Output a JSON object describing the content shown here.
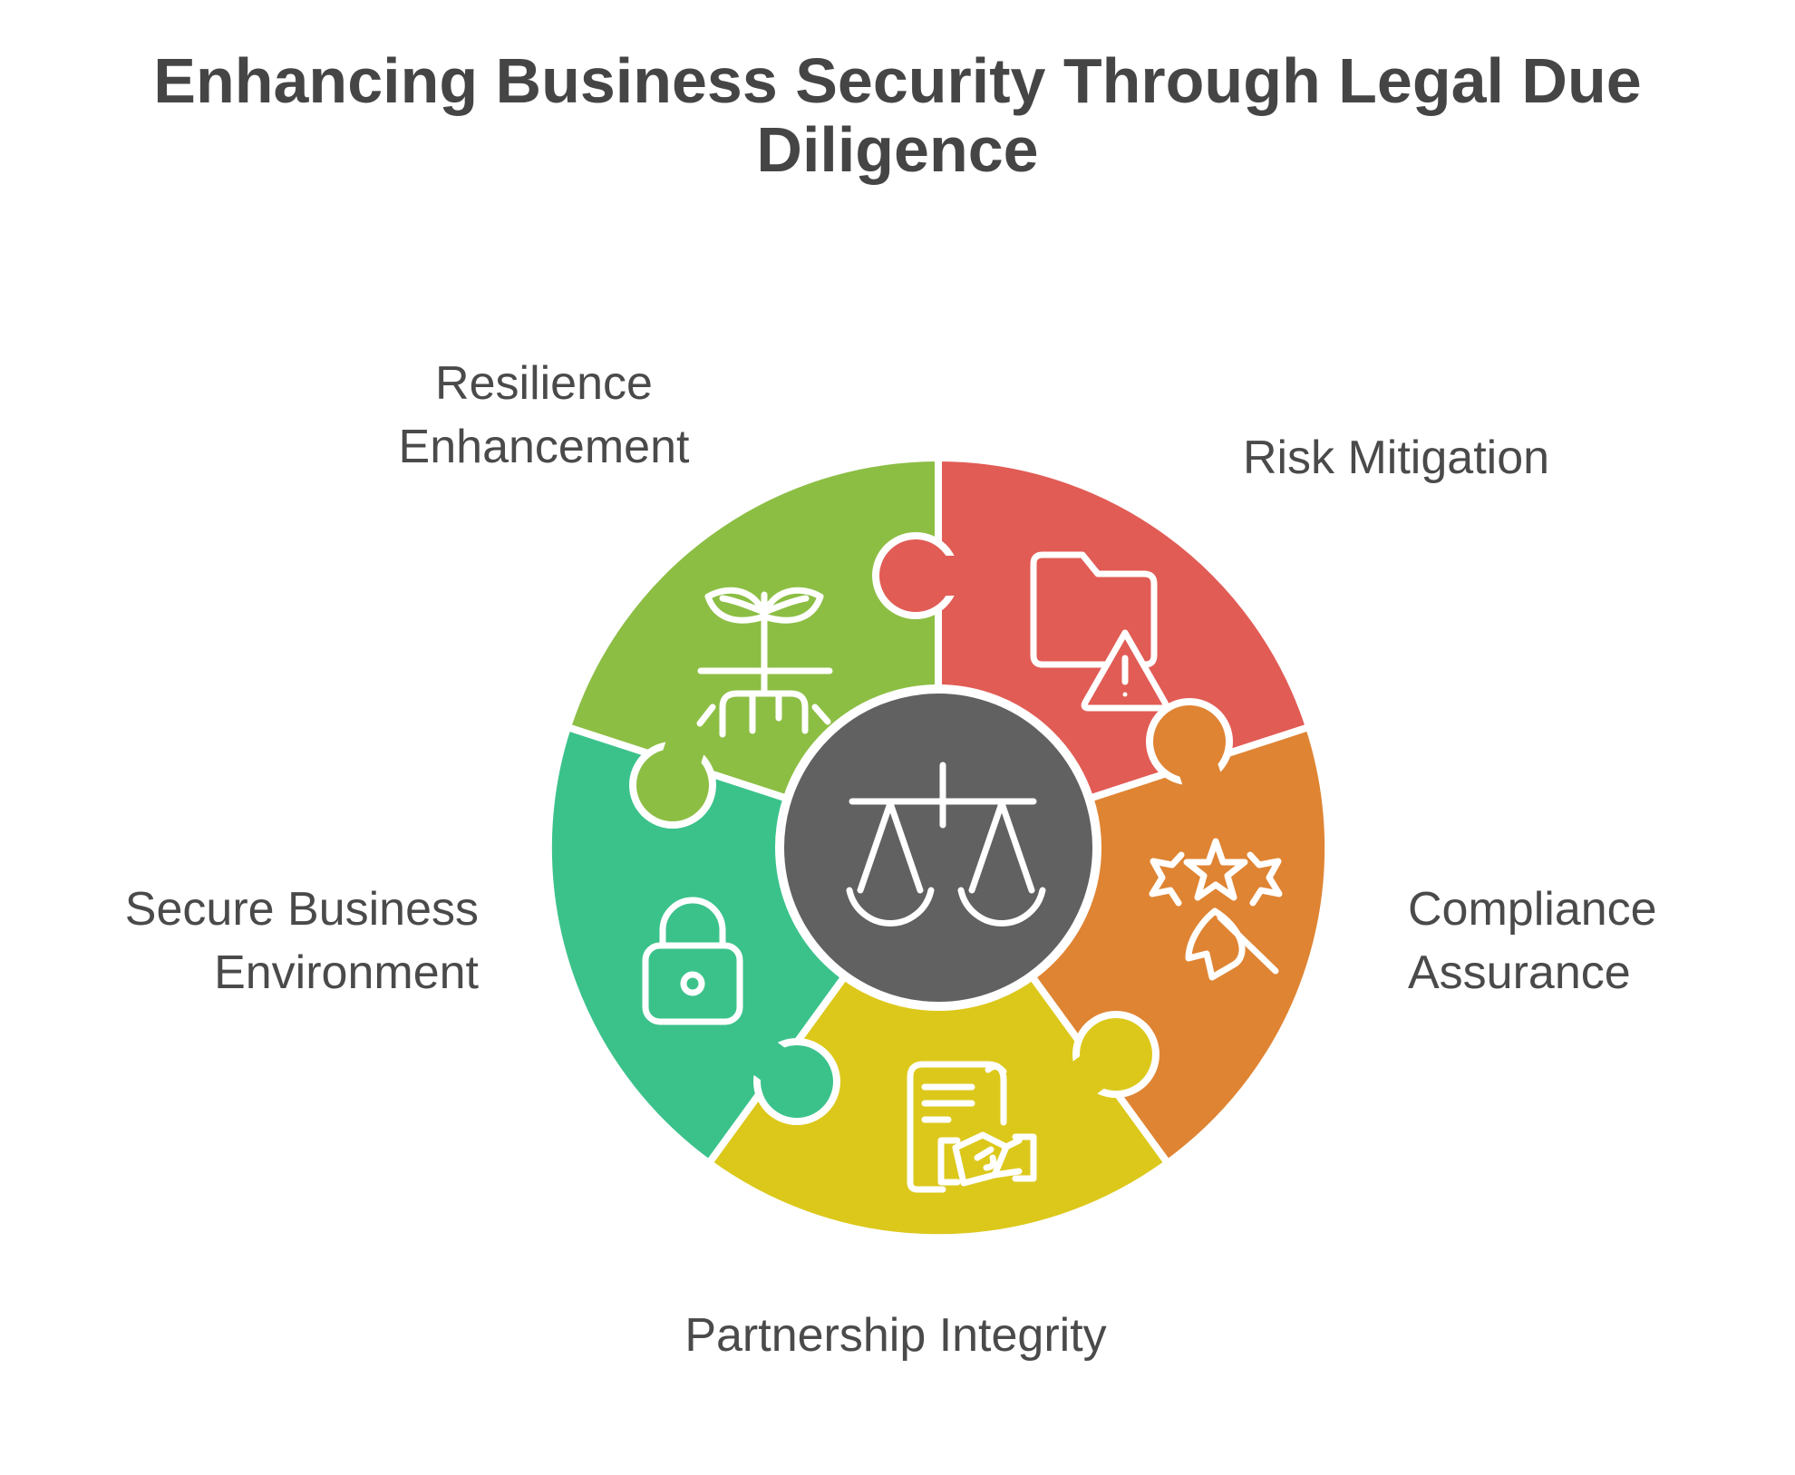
{
  "title": "Enhancing Business Security Through Legal Due Diligence",
  "title_lines": [
    "Enhancing Business Security Through Legal Due",
    "Diligence"
  ],
  "colors": {
    "background": "#FFFFFF",
    "title_text": "#454545",
    "label_text": "#4A4A4A",
    "piece_outline": "#FFFFFF"
  },
  "diagram": {
    "center": {
      "icon": "scales-of-justice-icon",
      "color": "#616161"
    },
    "segments": [
      {
        "label": "Risk Mitigation",
        "color": "#E15C55",
        "icon": "folder-warning-icon",
        "position": "top-right"
      },
      {
        "label": "Compliance Assurance",
        "color": "#DF8433",
        "icon": "stars-flag-icon",
        "position": "right"
      },
      {
        "label": "Partnership Integrity",
        "color": "#DCC81B",
        "icon": "contract-handshake-icon",
        "position": "bottom"
      },
      {
        "label": "Secure Business Environment",
        "color": "#3BC28B",
        "icon": "padlock-icon",
        "position": "left"
      },
      {
        "label": "Resilience Enhancement",
        "color": "#8CBE44",
        "icon": "plant-growth-icon",
        "position": "top-left"
      }
    ]
  }
}
